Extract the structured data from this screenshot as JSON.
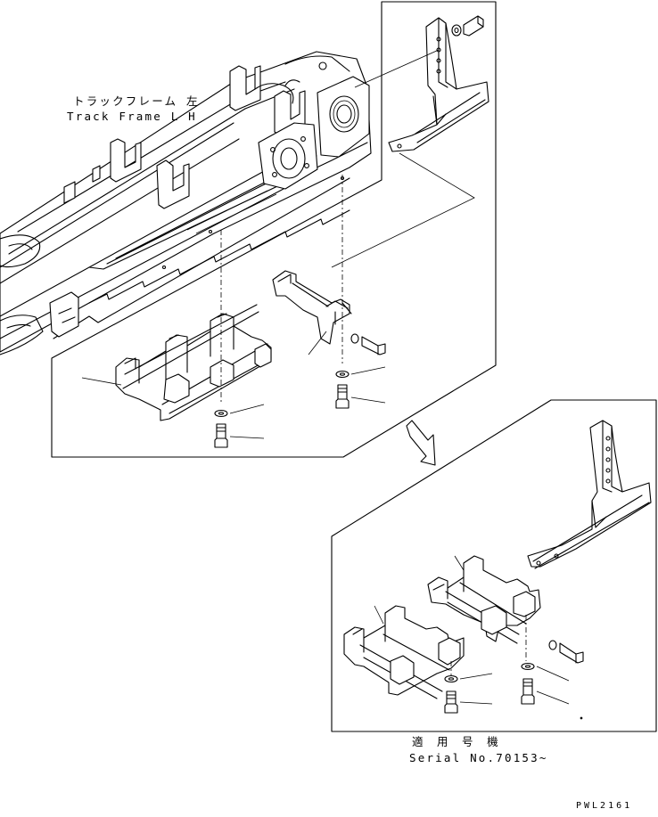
{
  "labels": {
    "track_frame_jp": "トラックフレーム 左",
    "track_frame_en": "Track Frame L H",
    "serial_jp": "適 用 号 機",
    "serial_en": "Serial No.70153~",
    "drawing_code": "PWL2161"
  }
}
